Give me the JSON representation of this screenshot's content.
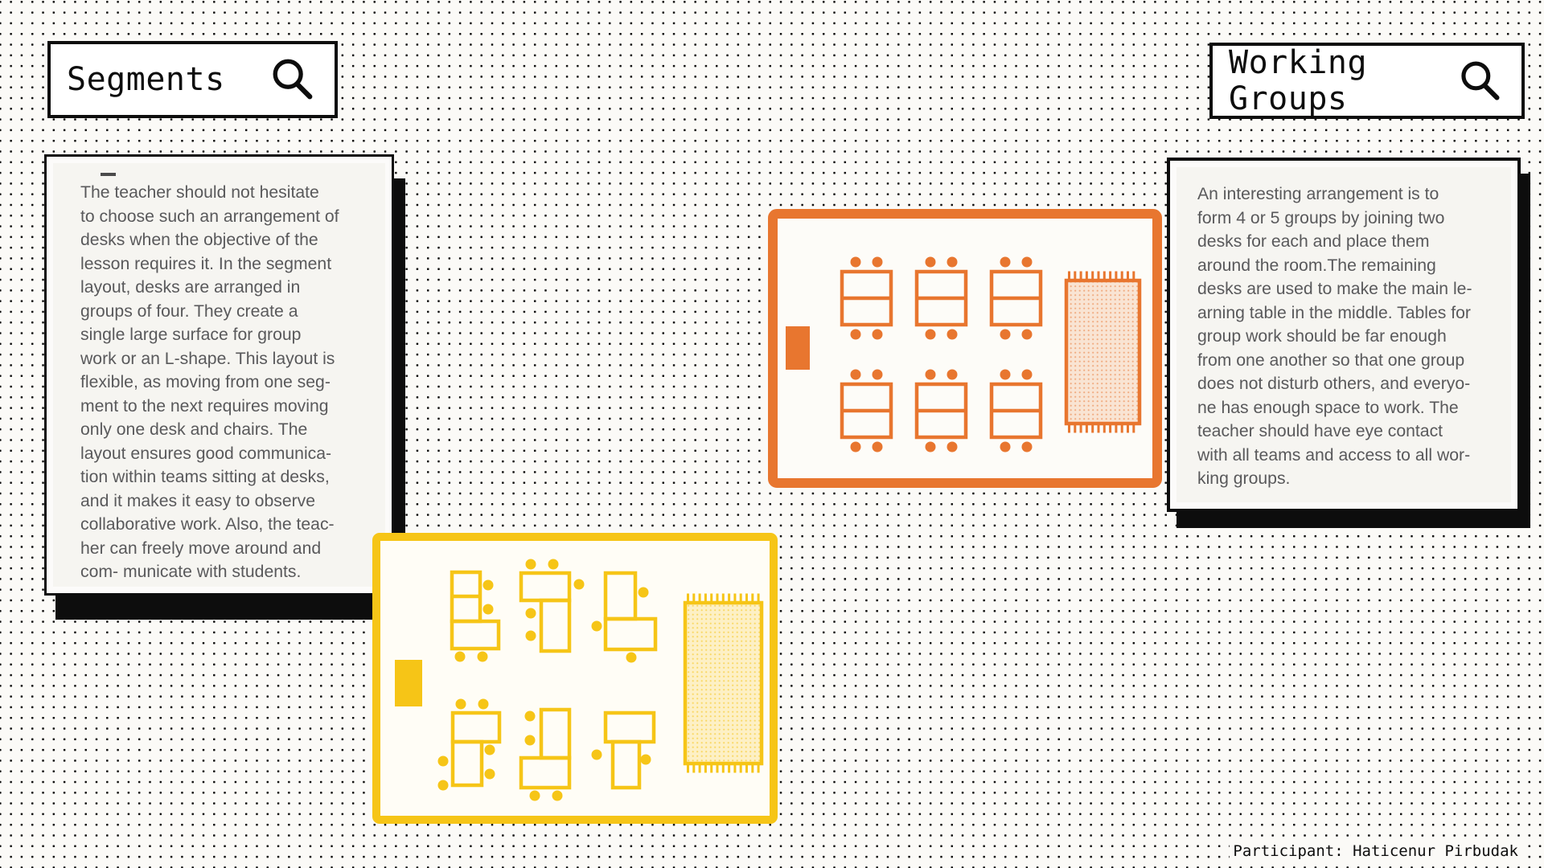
{
  "colors": {
    "orange": "#e8762f",
    "yellow": "#f6c517",
    "ink": "#0d0d0d",
    "text_gray": "#59595b",
    "bg": "#fbfaf7",
    "paper": "#f6f5f1",
    "card": "#fcfbfa"
  },
  "header": {
    "segments_label": "Segments",
    "working_groups_label": "Working\nGroups",
    "search_icon": "magnifier-icon"
  },
  "cards": {
    "segments_card": {
      "text": "The teacher should not hesitate\nto choose such an arrangement of\ndesks when the objective of the\nlesson requires it. In the segment\nlayout, desks are arranged in\ngroups of four. They create a\nsingle large surface for group\nwork or an L-shape. This layout is\nflexible, as moving from one seg-\nment to the next requires moving\nonly one desk and chairs. The\nlayout ensures good communica-\ntion within teams sitting at desks,\nand it makes it easy to observe\ncollaborative work. Also, the teac-\nher can freely move around and\ncom- municate with students."
    },
    "working_groups_card": {
      "text": "An interesting arrangement is to\nform 4 or 5 groups by joining two\ndesks for each and place them\naround the room.The remaining\ndesks are used to make the main le-\narning table in the middle. Tables for\ngroup work should be far enough\nfrom one another so that one group\ndoes not disturb others, and everyo-\nne has enough space to work. The\nteacher should have eye contact\nwith all teams and access to all wor-\nking groups."
    }
  },
  "diagrams": {
    "working_groups_room": {
      "accent_color": "#e8762f",
      "desk_groups": 6,
      "layout": "3 columns x 2 rows of joined desk pairs with 4 chairs each",
      "objects": [
        "door",
        "fringed rug"
      ]
    },
    "segments_room": {
      "accent_color": "#f6c517",
      "desk_groups": 6,
      "layout": "3 columns x 2 rows of L-shaped desk segments with chairs",
      "objects": [
        "door",
        "fringed rug"
      ]
    }
  },
  "footer": {
    "participant_label": "Participant: Haticenur Pirbudak"
  }
}
